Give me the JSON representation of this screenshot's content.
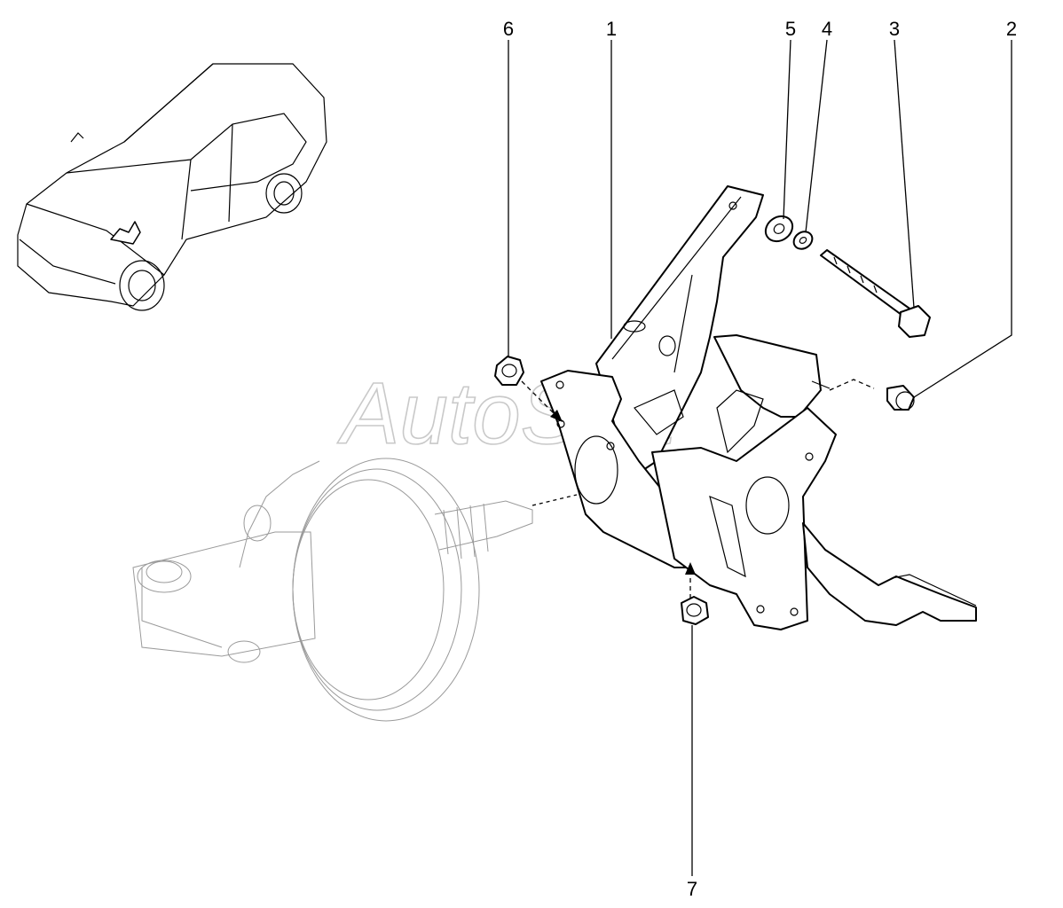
{
  "callouts": [
    {
      "id": "6",
      "label": "6"
    },
    {
      "id": "1",
      "label": "1"
    },
    {
      "id": "5",
      "label": "5"
    },
    {
      "id": "4",
      "label": "4"
    },
    {
      "id": "3",
      "label": "3"
    },
    {
      "id": "2",
      "label": "2"
    },
    {
      "id": "7",
      "label": "7"
    }
  ],
  "watermark": "AutoSoft",
  "colors": {
    "line": "#000000",
    "ghost": "#9a9a9a",
    "watermark": "#c9c9c9",
    "background": "#ffffff"
  }
}
